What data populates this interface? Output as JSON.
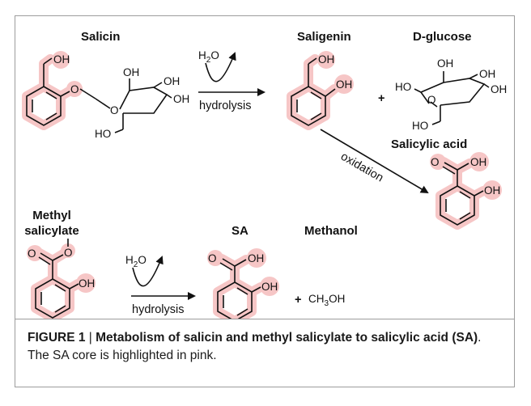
{
  "colors": {
    "highlight": "#f6c6c6",
    "bond": "#111111",
    "border": "#9c9c9c"
  },
  "compounds": {
    "salicin": {
      "name": "Salicin",
      "oh1": "OH",
      "oh2": "OH",
      "oh3": "OH",
      "oh4": "OH",
      "ho": "HO",
      "o_link": "O",
      "o_ring": "O"
    },
    "saligenin": {
      "name": "Saligenin",
      "oh1": "OH",
      "oh2": "OH"
    },
    "dglucose": {
      "name": "D-glucose",
      "oh1": "OH",
      "oh2": "OH",
      "oh3": "OH",
      "ho1": "HO",
      "ho2": "HO",
      "o_ring": "O"
    },
    "salicylic_acid": {
      "name": "Salicylic acid",
      "o": "O",
      "oh1": "OH",
      "oh2": "OH"
    },
    "methyl_salicylate": {
      "name_line1": "Methyl",
      "name_line2": "salicylate",
      "o1": "O",
      "o2": "O",
      "oh": "OH"
    },
    "sa": {
      "name": "SA",
      "o": "O",
      "oh1": "OH",
      "oh2": "OH"
    },
    "methanol": {
      "name": "Methanol",
      "formula_pre": "CH",
      "formula_sub": "3",
      "formula_post": "OH"
    }
  },
  "reactions": {
    "r1": {
      "reagent_h": "H",
      "reagent_sub": "2",
      "reagent_o": "O",
      "label": "hydrolysis"
    },
    "r2": {
      "label": "oxidation"
    },
    "r3": {
      "reagent_h": "H",
      "reagent_sub": "2",
      "reagent_o": "O",
      "label": "hydrolysis"
    }
  },
  "plus": "+",
  "caption": {
    "label": "FIGURE 1",
    "separator": " | ",
    "title": "Metabolism of salicin and methyl salicylate to salicylic acid (SA)",
    "rest": ". The SA core is highlighted in pink."
  }
}
